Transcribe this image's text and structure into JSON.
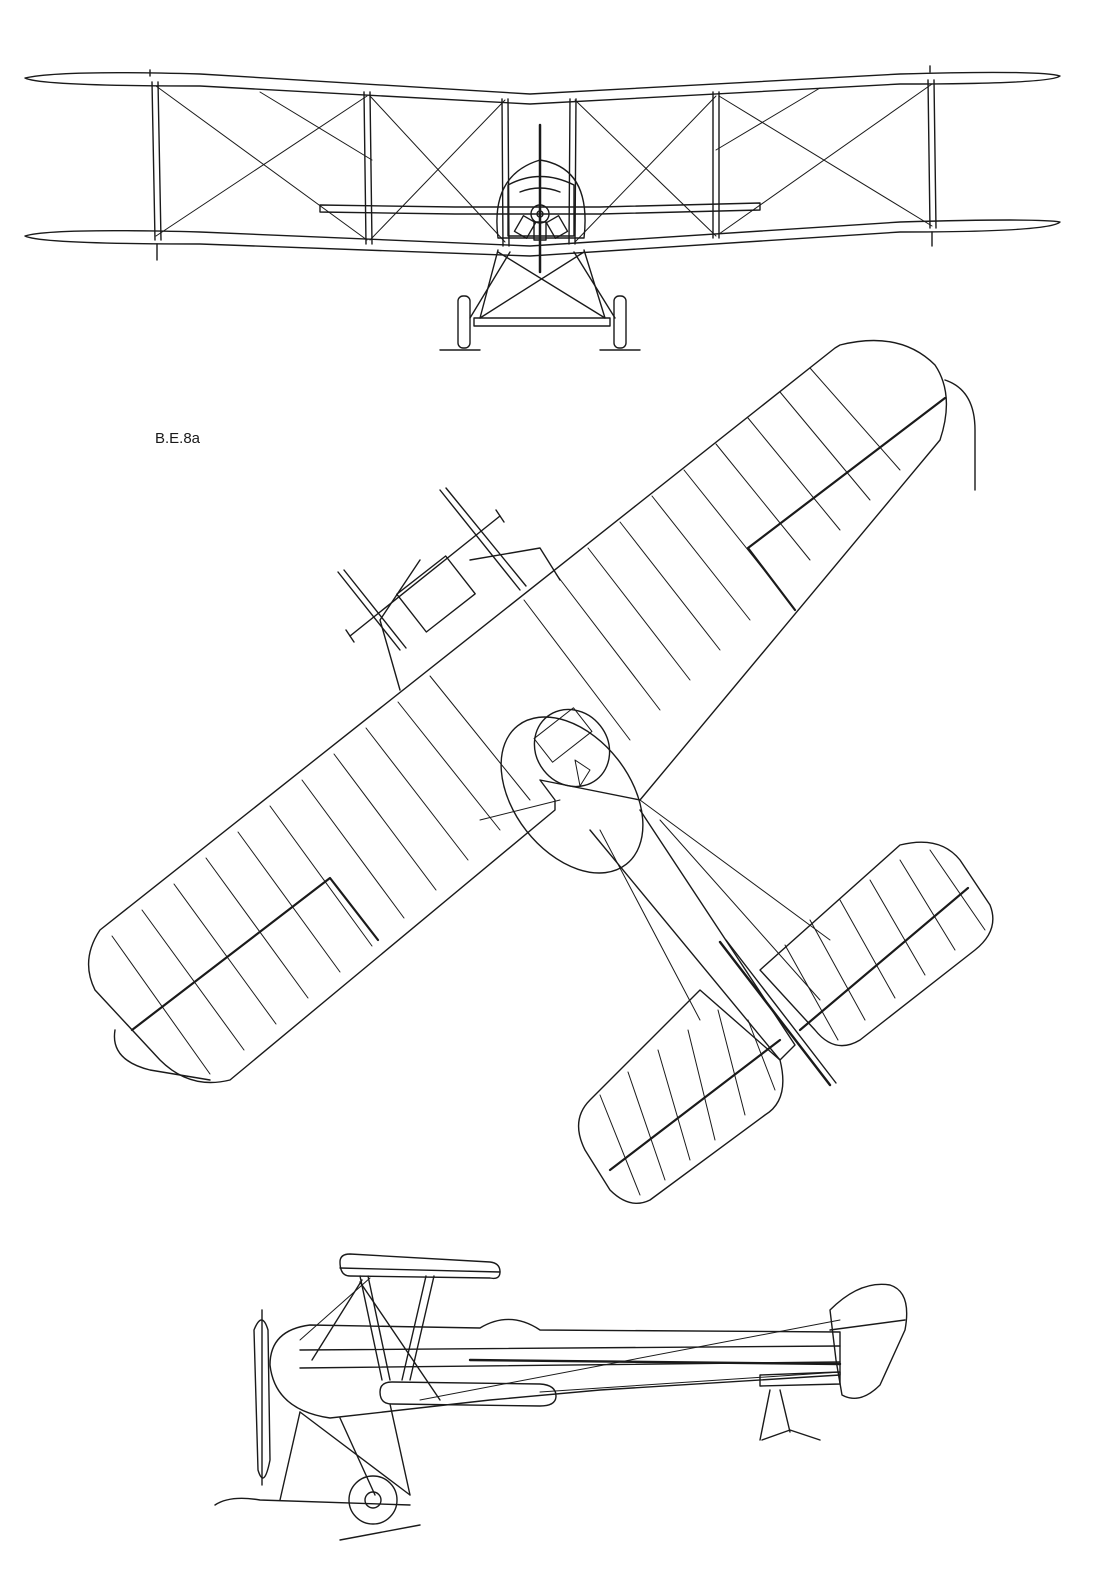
{
  "designation": "B.E.8a",
  "views": [
    {
      "name": "front-view"
    },
    {
      "name": "plan-view"
    },
    {
      "name": "side-view"
    }
  ],
  "colors": {
    "ink": "#1a1a1a",
    "paper": "#ffffff"
  }
}
